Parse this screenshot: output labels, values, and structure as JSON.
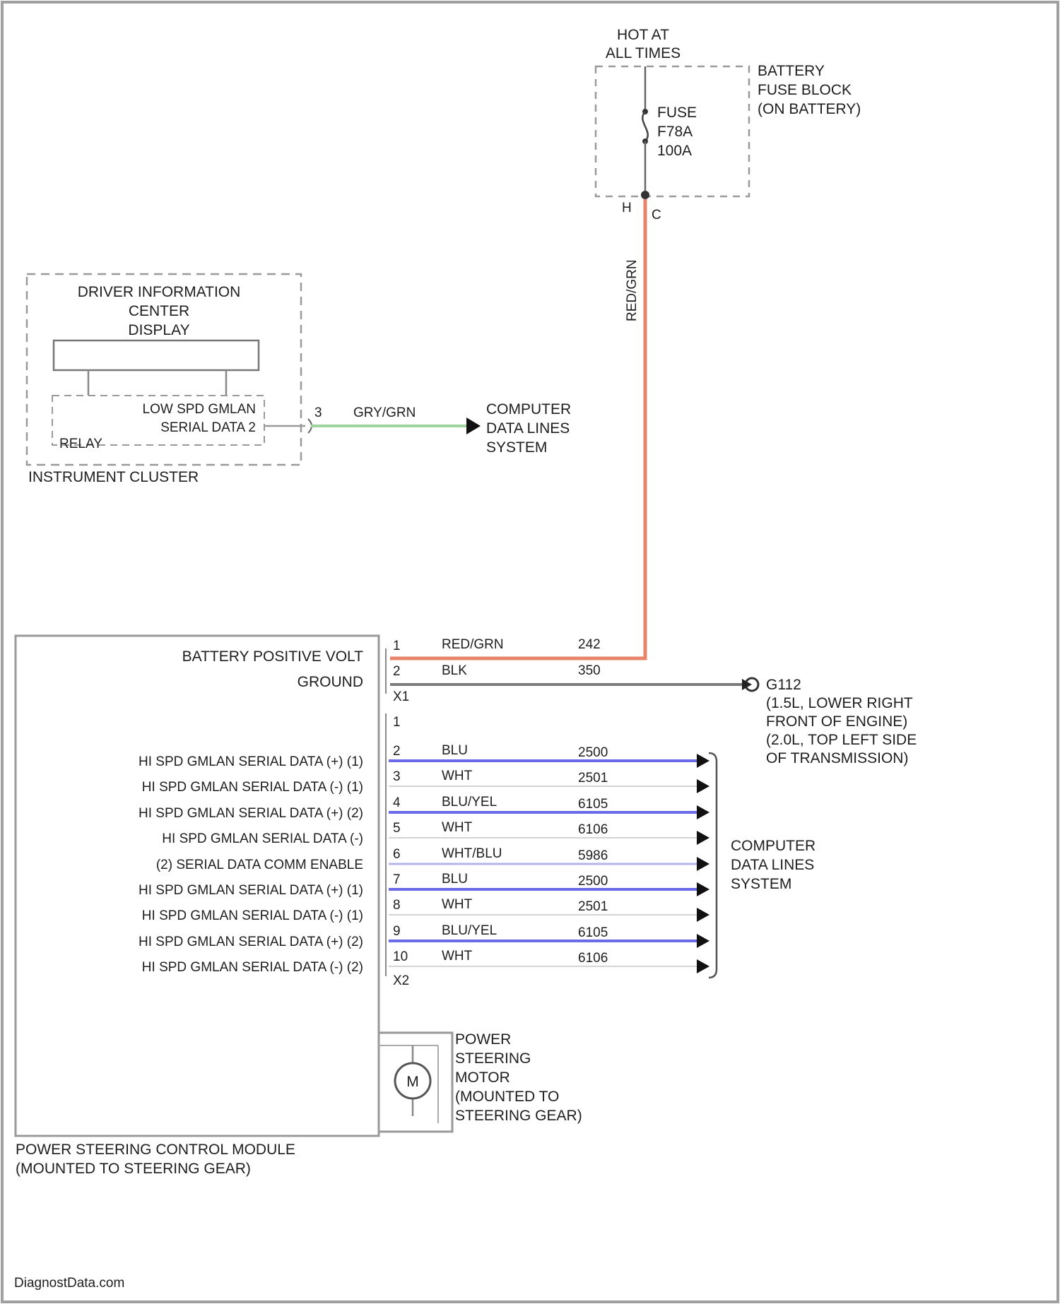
{
  "diagram": {
    "hot": [
      "HOT AT",
      "ALL TIMES"
    ],
    "fuse_block": {
      "lines": [
        "BATTERY",
        "FUSE BLOCK",
        "(ON BATTERY)"
      ]
    },
    "fuse": {
      "lines": [
        "FUSE",
        "F78A",
        "100A"
      ]
    },
    "fuse_pins": {
      "left": "H",
      "right": "C"
    },
    "feed_wire": {
      "color_label": "RED/GRN"
    },
    "dic": {
      "title_lines": [
        "DRIVER INFORMATION",
        "CENTER",
        "DISPLAY"
      ],
      "inner_lines": [
        "LOW SPD GMLAN",
        "SERIAL DATA 2"
      ],
      "relay_label": "RELAY",
      "cluster_label": "INSTRUMENT CLUSTER",
      "pin": "3",
      "wire_color": "GRY/GRN",
      "destination": [
        "COMPUTER",
        "DATA LINES",
        "SYSTEM"
      ]
    },
    "pscm": {
      "pins": [
        {
          "num": "1",
          "label": "BATTERY POSITIVE VOLT",
          "wire": "RED/GRN",
          "circuit": "242"
        },
        {
          "num": "2",
          "label": "GROUND",
          "wire": "BLK",
          "circuit": "350"
        }
      ],
      "connector_x1": "X1",
      "connector_x2": "X2",
      "ground": {
        "id": "G112",
        "lines": [
          "(1.5L, LOWER RIGHT",
          "FRONT OF ENGINE)",
          "(2.0L, TOP LEFT SIDE",
          "OF TRANSMISSION)"
        ]
      },
      "data_pin_1": "1",
      "data_lines": [
        {
          "num": "2",
          "label": "HI SPD GMLAN SERIAL DATA (+) (1)",
          "wire": "BLU",
          "circuit": "2500"
        },
        {
          "num": "3",
          "label": "HI SPD GMLAN SERIAL DATA (-) (1)",
          "wire": "WHT",
          "circuit": "2501"
        },
        {
          "num": "4",
          "label": "HI SPD GMLAN SERIAL DATA (+) (2)",
          "wire": "BLU/YEL",
          "circuit": "6105"
        },
        {
          "num": "5",
          "label": "HI SPD GMLAN SERIAL DATA (-)",
          "wire": "WHT",
          "circuit": "6106"
        },
        {
          "num": "6",
          "label": "(2) SERIAL DATA COMM ENABLE",
          "wire": "WHT/BLU",
          "circuit": "5986"
        },
        {
          "num": "7",
          "label": "HI SPD GMLAN SERIAL DATA (+) (1)",
          "wire": "BLU",
          "circuit": "2500"
        },
        {
          "num": "8",
          "label": "HI SPD GMLAN SERIAL DATA (-) (1)",
          "wire": "WHT",
          "circuit": "2501"
        },
        {
          "num": "9",
          "label": "HI SPD GMLAN SERIAL DATA (+) (2)",
          "wire": "BLU/YEL",
          "circuit": "6105"
        },
        {
          "num": "10",
          "label": "HI SPD GMLAN SERIAL DATA (-) (2)",
          "wire": "WHT",
          "circuit": "6106"
        }
      ],
      "destination": [
        "COMPUTER",
        "DATA LINES",
        "SYSTEM"
      ],
      "module_label": [
        "POWER STEERING CONTROL MODULE",
        "(MOUNTED TO STEERING GEAR)"
      ],
      "motor": {
        "symbol": "M",
        "lines": [
          "POWER",
          "STEERING",
          "MOTOR",
          "(MOUNTED TO",
          "STEERING GEAR)"
        ]
      }
    },
    "watermark": "DiagnostData.com",
    "colors": {
      "red_wire": "#e8846a",
      "blue_wire": "#6b6bea",
      "light_blue_wire": "#b3b3ee",
      "green_wire": "#9fd49f",
      "black_wire": "#7a7a7a",
      "white_wire": "#d4d4d4"
    }
  }
}
